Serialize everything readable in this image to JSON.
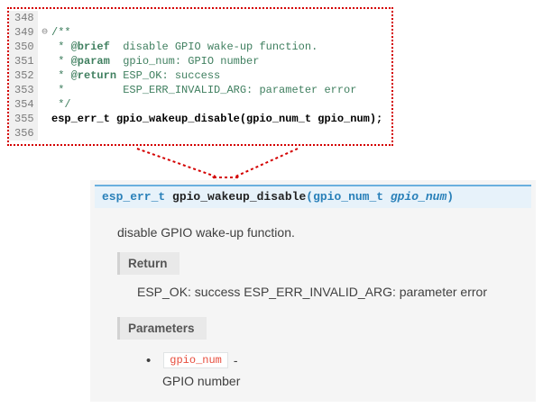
{
  "editor": {
    "lines": [
      {
        "num": "348",
        "fold": "",
        "pre": "",
        "tag": "",
        "rest": "",
        "code": ""
      },
      {
        "num": "349",
        "fold": "⊖",
        "pre": "/**",
        "tag": "",
        "rest": "",
        "code": ""
      },
      {
        "num": "350",
        "fold": "",
        "pre": " * ",
        "tag": "@brief",
        "rest": "  disable GPIO wake-up function.",
        "code": ""
      },
      {
        "num": "351",
        "fold": "",
        "pre": " * ",
        "tag": "@param",
        "rest": "  gpio_num: GPIO number",
        "code": ""
      },
      {
        "num": "352",
        "fold": "",
        "pre": " * ",
        "tag": "@return",
        "rest": " ESP_OK: success",
        "code": ""
      },
      {
        "num": "353",
        "fold": "",
        "pre": " *         ",
        "tag": "",
        "rest": "ESP_ERR_INVALID_ARG: parameter error",
        "code": ""
      },
      {
        "num": "354",
        "fold": "",
        "pre": " */",
        "tag": "",
        "rest": "",
        "code": ""
      },
      {
        "num": "355",
        "fold": "",
        "pre": "",
        "tag": "",
        "rest": "",
        "code": "esp_err_t gpio_wakeup_disable(gpio_num_t gpio_num);"
      },
      {
        "num": "356",
        "fold": "",
        "pre": "",
        "tag": "",
        "rest": "",
        "code": ""
      }
    ]
  },
  "doc": {
    "signature": {
      "return_type": "esp_err_t",
      "name": " gpio_wakeup_disable",
      "paren_open": "(",
      "param_type": "gpio_num_t",
      "param_name": " gpio_num",
      "paren_close": ")"
    },
    "description": "disable GPIO wake-up function.",
    "return_section": {
      "label": "Return",
      "text": "ESP_OK: success ESP_ERR_INVALID_ARG: parameter error"
    },
    "params_section": {
      "label": "Parameters",
      "bullet": "•",
      "item_name": "gpio_num",
      "item_sep": "-",
      "item_desc": "GPIO number"
    }
  },
  "colors": {
    "dotted_border_red": "#d40000",
    "comment_green": "#3f7f5f",
    "signature_bg": "#e7f2fa",
    "signature_accent": "#6ab0de",
    "link_blue": "#2980b9",
    "inline_code_red": "#e74c3c",
    "panel_bg": "#f5f5f5"
  }
}
